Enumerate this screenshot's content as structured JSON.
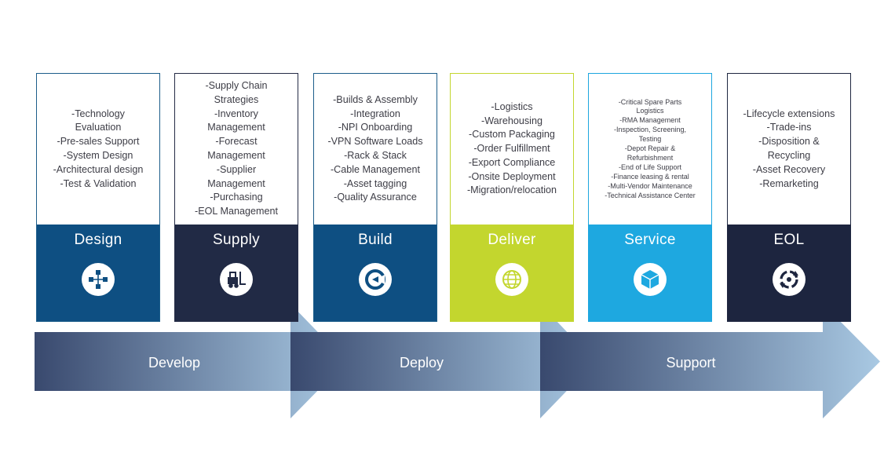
{
  "stages": [
    {
      "title": "Design",
      "icon": "process-flow-icon",
      "colors": {
        "border": "#1c5d8a",
        "footer": "#0e4f82"
      },
      "items": [
        "-Technology\nEvaluation",
        "-Pre-sales Support",
        "-System Design",
        "-Architectural design",
        "-Test & Validation"
      ]
    },
    {
      "title": "Supply",
      "icon": "forklift-icon",
      "colors": {
        "border": "#252c46",
        "footer": "#212a45"
      },
      "items": [
        "-Supply Chain\nStrategies",
        "-Inventory\nManagement",
        "-Forecast\nManagement",
        "-Supplier\nManagement",
        "-Purchasing",
        "-EOL Management"
      ]
    },
    {
      "title": "Build",
      "icon": "build-gauge-icon",
      "colors": {
        "border": "#1c5d8a",
        "footer": "#0e4f82"
      },
      "items": [
        "-Builds & Assembly",
        "-Integration",
        "-NPI Onboarding",
        "-VPN Software Loads",
        "-Rack & Stack",
        "-Cable Management",
        "-Asset tagging",
        "-Quality Assurance"
      ]
    },
    {
      "title": "Deliver",
      "icon": "globe-icon",
      "colors": {
        "border": "#c3d62e",
        "footer": "#c3d62e"
      },
      "items": [
        "-Logistics",
        "-Warehousing",
        "-Custom Packaging",
        "-Order Fulfillment",
        "-Export Compliance",
        "-Onsite Deployment",
        "-Migration/relocation"
      ]
    },
    {
      "title": "Service",
      "icon": "cube-box-icon",
      "colors": {
        "border": "#1da6df",
        "footer": "#1ea8e0"
      },
      "items": [
        "-Critical Spare Parts\nLogistics",
        "-RMA Management",
        "-Inspection, Screening,\nTesting",
        "-Depot Repair &\nRefurbishment",
        "-End of Life Support",
        "-Finance leasing & rental",
        "-Multi-Vendor Maintenance",
        "-Technical Assistance Center"
      ]
    },
    {
      "title": "EOL",
      "icon": "recycle-circle-icon",
      "colors": {
        "border": "#1f2740",
        "footer": "#1d253f"
      },
      "items": [
        "-Lifecycle extensions",
        "-Trade-ins",
        "-Disposition &\nRecycling",
        "-Asset Recovery",
        "-Remarketing"
      ]
    }
  ],
  "phases": [
    {
      "label": "Develop"
    },
    {
      "label": "Deploy"
    },
    {
      "label": "Support"
    }
  ],
  "colors": {
    "arrow_dark": "#39496e",
    "arrow_light": "#a9c9e3",
    "arrow_edge": "#c3d5e6"
  }
}
